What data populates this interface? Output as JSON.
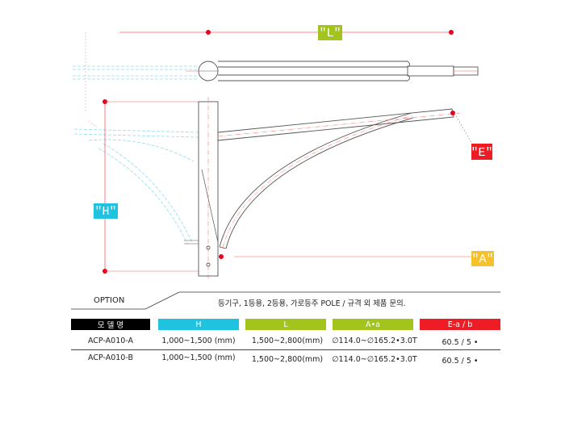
{
  "labels": {
    "L": "\"L\"",
    "H": "\"H\"",
    "E": "\"E\"",
    "A": "\"A\""
  },
  "option": {
    "title": "OPTION",
    "text": "등기구, 1등용, 2등용, 가로등주 POLE / 규격 외 제품 문의."
  },
  "table": {
    "headers": [
      "모 델 명",
      "H",
      "L",
      "A•a",
      "E-a / b"
    ],
    "rows": [
      [
        "ACP-A010-A",
        "1,000~1,500 (mm)",
        "1,500~2,800(mm)",
        "∅114.0~∅165.2•3.0T",
        "60.5 / 5 •"
      ],
      [
        "ACP-A010-B",
        "1,000~1,500 (mm)",
        "1,500~2,800(mm)",
        "∅114.0~∅165.2•3.0T",
        "60.5 / 5 •"
      ]
    ]
  },
  "colors": {
    "dim_line": "#ff5a5a",
    "point": "#e8001c",
    "L": "#a3c41c",
    "H": "#1fc3e0",
    "E": "#ee1c24",
    "A": "#f6c12a",
    "header_model": "#000000",
    "ghost": "#8fdcee",
    "pipe": "#555555"
  }
}
